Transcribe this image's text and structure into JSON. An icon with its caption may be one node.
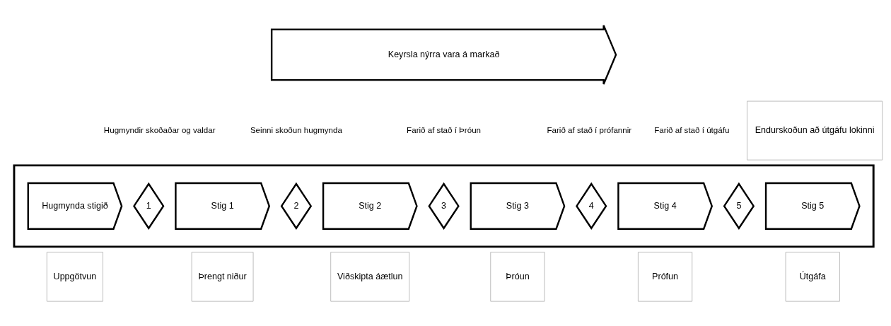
{
  "diagram": {
    "nodes": [
      {
        "text": [
          "Keyrsla nýrra vara á markað"
        ]
      },
      {
        "text": [],
        "shape": "arrow"
      },
      {
        "text": [
          "Hugmynda stigið"
        ],
        "in": 1
      },
      {
        "text": [
          "1"
        ],
        "in": 1
      },
      {
        "text": [
          "Stig 1"
        ],
        "in": 1
      },
      {
        "text": [
          "2"
        ],
        "in": 1
      },
      {
        "text": [
          "Stig 2"
        ],
        "in": 1
      },
      {
        "text": [
          "3"
        ],
        "in": 1
      },
      {
        "text": [
          "Stig 3"
        ],
        "in": 1
      },
      {
        "text": [
          "4"
        ],
        "in": 1
      },
      {
        "text": [
          "Stig 4"
        ],
        "in": 1
      },
      {
        "text": [
          "5"
        ],
        "in": 1
      },
      {
        "text": [
          "Stig 5"
        ],
        "in": 1
      },
      {
        "text": [
          "Endurskoðun að útgáfu lokinni"
        ]
      },
      {
        "text": [
          "Uppgötvun"
        ]
      },
      {
        "text": [
          "Þrengt niður"
        ]
      },
      {
        "text": [
          "Viðskipta áætlun"
        ]
      },
      {
        "text": [
          "Þróun"
        ]
      },
      {
        "text": [
          "Prófun"
        ]
      },
      {
        "text": [
          "Útgáfa"
        ]
      }
    ],
    "labels": [
      "Hugmyndir skoðaðar og valdar",
      "Seinni skoðun hugmynda",
      "Farið af stað í Þróun",
      "Farið af stað í prófannir",
      "Farið af stað í útgáfu"
    ]
  }
}
